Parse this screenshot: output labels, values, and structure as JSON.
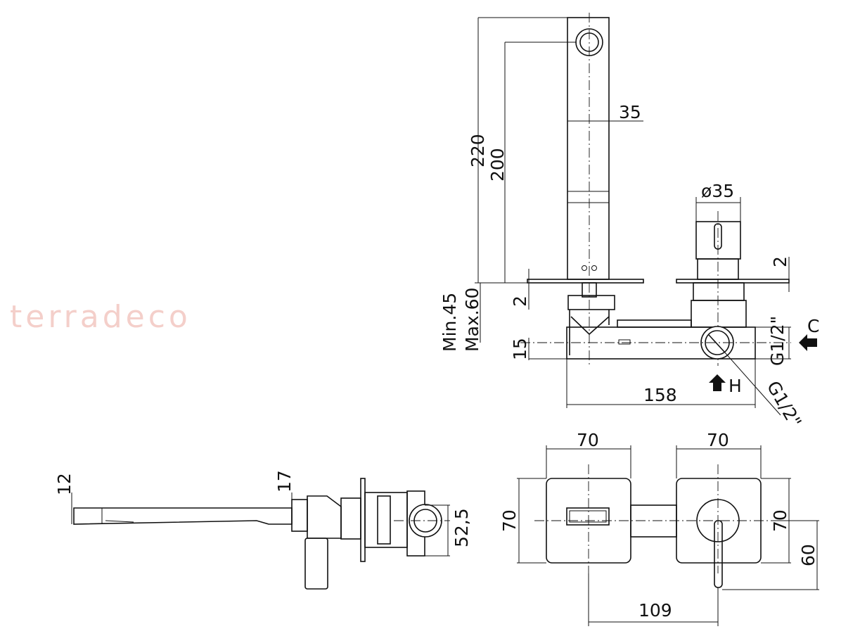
{
  "watermark": "terradeco",
  "side_view": {
    "dim_total_height": "220",
    "dim_spout_height": "200",
    "dim_spout_width": "35",
    "dim_handle_diameter": "ø35",
    "dim_plate_thickness_left": "2",
    "dim_plate_thickness_right": "2",
    "dim_min_depth": "Min.45",
    "dim_max_depth": "Max.60",
    "dim_offset": "15",
    "dim_body_length": "158",
    "connection_vertical": "G1/2\"",
    "connection_diagonal": "G1/2\"",
    "hot_label": "H",
    "cold_label": "C"
  },
  "profile_view": {
    "dim_spout_thickness": "12",
    "dim_spout_end": "17",
    "dim_body_height": "52,5"
  },
  "front_view": {
    "dim_left_plate_width": "70",
    "dim_right_plate_width": "70",
    "dim_left_plate_height": "70",
    "dim_right_plate_height": "70",
    "dim_handle_height": "60",
    "dim_center_distance": "109"
  }
}
